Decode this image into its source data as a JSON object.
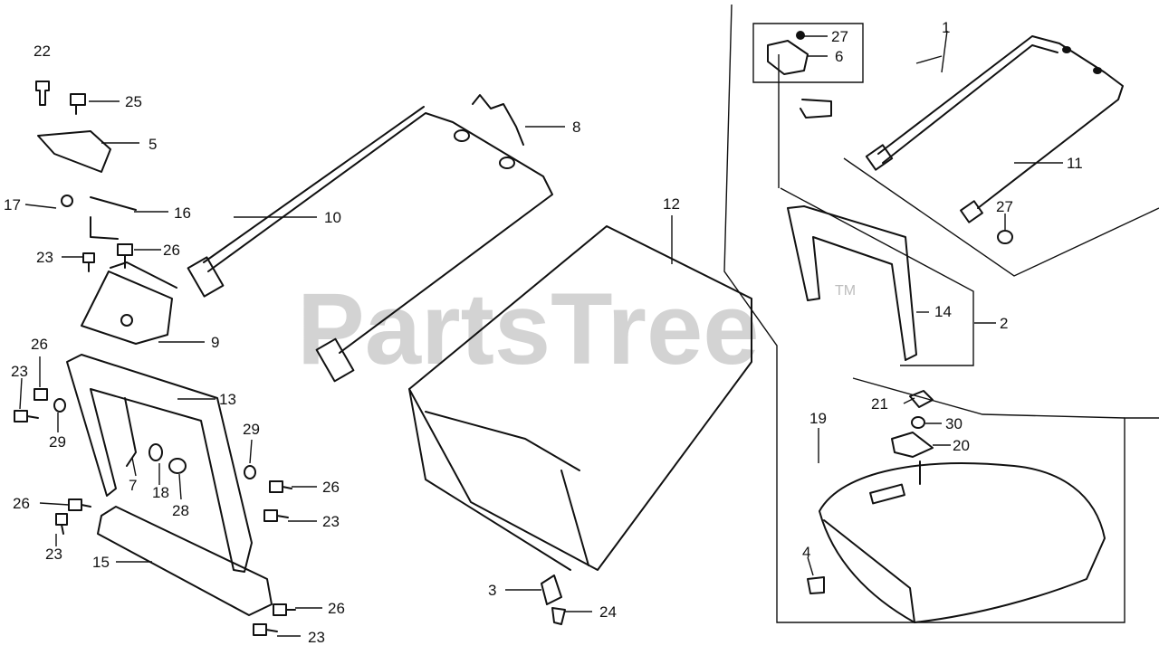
{
  "watermark": {
    "brand": "PartsTree",
    "trademark": "TM"
  },
  "callouts": [
    {
      "id": "c1",
      "text": "1"
    },
    {
      "id": "c2",
      "text": "2"
    },
    {
      "id": "c3",
      "text": "3"
    },
    {
      "id": "c4",
      "text": "4"
    },
    {
      "id": "c5",
      "text": "5"
    },
    {
      "id": "c6",
      "text": "6"
    },
    {
      "id": "c7",
      "text": "7"
    },
    {
      "id": "c8",
      "text": "8"
    },
    {
      "id": "c9",
      "text": "9"
    },
    {
      "id": "c10",
      "text": "10"
    },
    {
      "id": "c11",
      "text": "11"
    },
    {
      "id": "c12",
      "text": "12"
    },
    {
      "id": "c13",
      "text": "13"
    },
    {
      "id": "c14",
      "text": "14"
    },
    {
      "id": "c15",
      "text": "15"
    },
    {
      "id": "c16",
      "text": "16"
    },
    {
      "id": "c17",
      "text": "17"
    },
    {
      "id": "c18",
      "text": "18"
    },
    {
      "id": "c19",
      "text": "19"
    },
    {
      "id": "c20",
      "text": "20"
    },
    {
      "id": "c21",
      "text": "21"
    },
    {
      "id": "c22",
      "text": "22"
    },
    {
      "id": "c23a",
      "text": "23"
    },
    {
      "id": "c23b",
      "text": "23"
    },
    {
      "id": "c23c",
      "text": "23"
    },
    {
      "id": "c23d",
      "text": "23"
    },
    {
      "id": "c23e",
      "text": "23"
    },
    {
      "id": "c24",
      "text": "24"
    },
    {
      "id": "c25",
      "text": "25"
    },
    {
      "id": "c26a",
      "text": "26"
    },
    {
      "id": "c26b",
      "text": "26"
    },
    {
      "id": "c26c",
      "text": "26"
    },
    {
      "id": "c26d",
      "text": "26"
    },
    {
      "id": "c26e",
      "text": "26"
    },
    {
      "id": "c27a",
      "text": "27"
    },
    {
      "id": "c27b",
      "text": "27"
    },
    {
      "id": "c28",
      "text": "28"
    },
    {
      "id": "c29a",
      "text": "29"
    },
    {
      "id": "c29b",
      "text": "29"
    },
    {
      "id": "c30",
      "text": "30"
    }
  ]
}
